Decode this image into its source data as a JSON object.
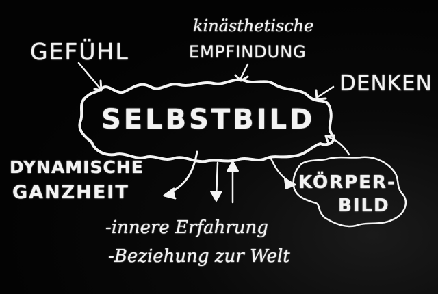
{
  "diagram": {
    "center": {
      "label": "SELBSTBILD"
    },
    "inputs": [
      {
        "id": "gefuehl",
        "label": "GEFÜHL"
      },
      {
        "id": "kinaesthetisch",
        "line1": "kinästhetische",
        "line2": "EMPFINDUNG"
      },
      {
        "id": "denken",
        "label": "DENKEN"
      }
    ],
    "outputs": [
      {
        "id": "dynamisch",
        "line1": "DYNAMISCHE",
        "line2": "GANZHEIT"
      },
      {
        "id": "koerperbild",
        "line1": "KÖRPER-",
        "line2": "BILD"
      }
    ],
    "list": [
      "-innere Erfahrung",
      "-Beziehung zur Welt"
    ],
    "colors": {
      "background": "#040404",
      "chalk": "#f2f2f2"
    }
  }
}
